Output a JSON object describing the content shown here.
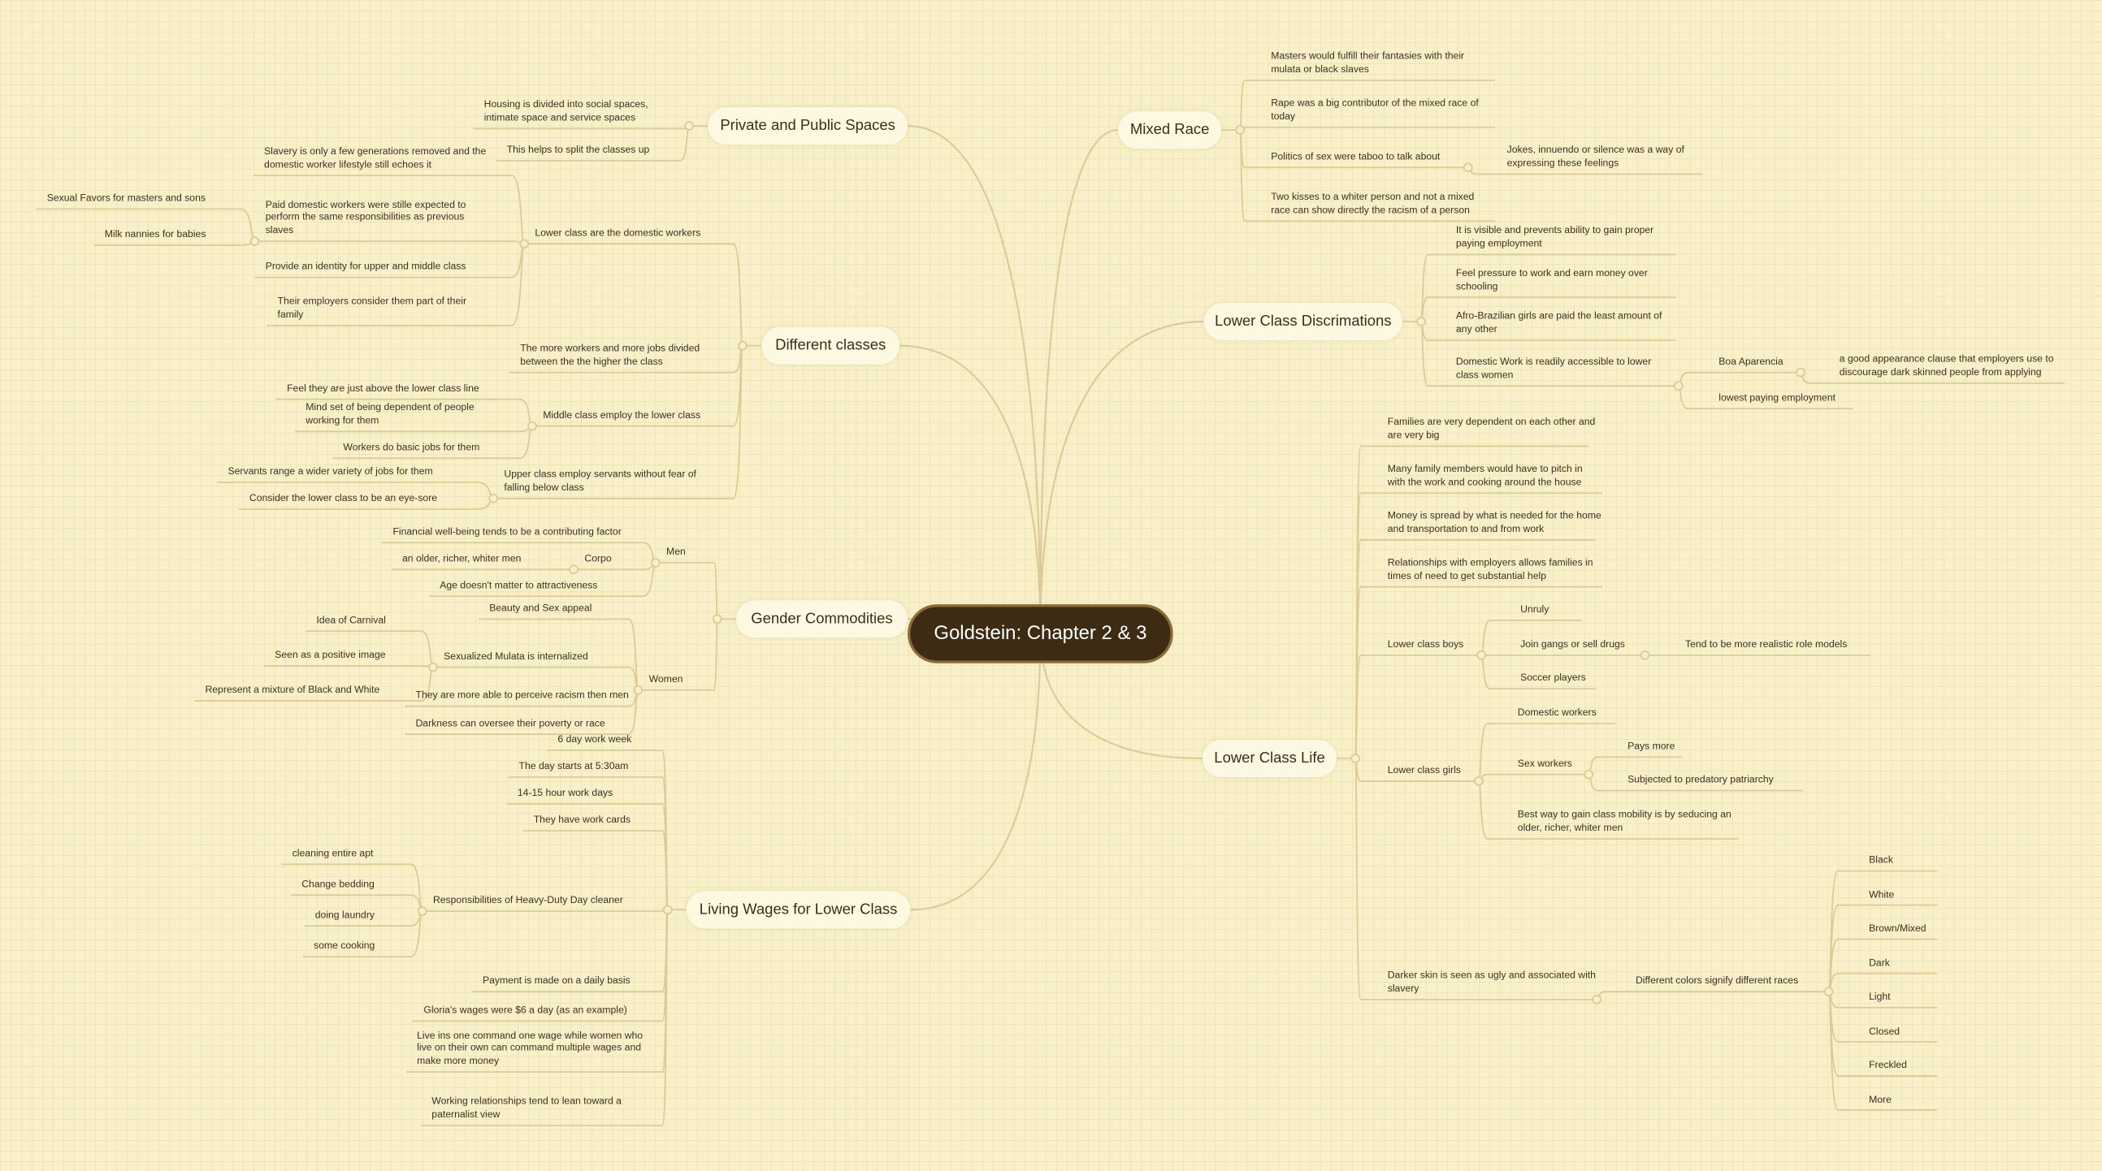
{
  "root": {
    "title": "Goldstein: Chapter 2 & 3"
  },
  "colors": {
    "line": "#dccb98",
    "root_fill": "#3d2b13",
    "root_border": "#8c6b35",
    "background": "#f8f0c8",
    "topic_fill": "#fdf8e2"
  },
  "branches": [
    {
      "label": "Private and Public Spaces",
      "children": [
        {
          "label": "Housing is divided into social spaces, intimate space and service spaces"
        },
        {
          "label": "This helps to split the classes up"
        }
      ]
    },
    {
      "label": "Different classes",
      "children": [
        {
          "label": "Lower class are the domestic workers",
          "children": [
            {
              "label": "Slavery is only a few generations removed and the domestic worker lifestyle still echoes it"
            },
            {
              "label": "Paid domestic workers were stille expected to perform the same responsibilities as previous slaves",
              "children": [
                {
                  "label": "Sexual Favors for masters and sons"
                },
                {
                  "label": "Milk nannies for babies"
                }
              ]
            },
            {
              "label": "Provide an identity for upper and middle class"
            },
            {
              "label": "Their employers consider them part of their family"
            }
          ]
        },
        {
          "label": "The more workers and more jobs divided between the the higher the class"
        },
        {
          "label": "Middle class employ the lower class",
          "children": [
            {
              "label": "Feel they are just above the lower class line"
            },
            {
              "label": "Mind set of being dependent of people working for them"
            },
            {
              "label": "Workers do basic jobs for them"
            }
          ]
        },
        {
          "label": "Upper class employ servants without fear of falling below class",
          "children": [
            {
              "label": "Servants range a wider variety of jobs for them"
            },
            {
              "label": "Consider the lower class to be an eye-sore"
            }
          ]
        }
      ]
    },
    {
      "label": "Gender Commodities",
      "children": [
        {
          "label": "Men",
          "children": [
            {
              "label": "Financial well-being tends to be a contributing factor"
            },
            {
              "label": "Corpo",
              "children": [
                {
                  "label": "an older, richer, whiter men"
                }
              ]
            },
            {
              "label": "Age doesn't matter to attractiveness"
            }
          ]
        },
        {
          "label": "Women",
          "children": [
            {
              "label": "Beauty and Sex appeal"
            },
            {
              "label": "Sexualized Mulata is internalized",
              "children": [
                {
                  "label": "Idea of Carnival"
                },
                {
                  "label": "Seen as a positive image"
                },
                {
                  "label": "Represent a mixture of Black and White"
                }
              ]
            },
            {
              "label": "They are more able to perceive racism then men"
            },
            {
              "label": "Darkness can oversee their poverty or race"
            }
          ]
        }
      ]
    },
    {
      "label": "Living Wages for Lower Class",
      "children": [
        {
          "label": "6 day work week"
        },
        {
          "label": "The day starts at 5:30am"
        },
        {
          "label": "14-15 hour work days"
        },
        {
          "label": "They have work cards"
        },
        {
          "label": "Responsibilities of Heavy-Duty Day cleaner",
          "children": [
            {
              "label": "cleaning entire apt"
            },
            {
              "label": "Change bedding"
            },
            {
              "label": "doing laundry"
            },
            {
              "label": "some cooking"
            }
          ]
        },
        {
          "label": "Payment is made on a daily basis"
        },
        {
          "label": "Gloria's wages were $6 a day (as an example)"
        },
        {
          "label": "Live ins one command one wage while women who live on their own can command multiple wages and make more money"
        },
        {
          "label": "Working relationships tend to lean toward a paternalist view"
        }
      ]
    },
    {
      "label": "Mixed Race",
      "children": [
        {
          "label": "Masters would fulfill their fantasies with their mulata or black slaves"
        },
        {
          "label": "Rape was a big contributor of the mixed race of today"
        },
        {
          "label": "Politics of sex were taboo to talk about",
          "children": [
            {
              "label": "Jokes, innuendo or silence was a way of expressing these feelings"
            }
          ]
        },
        {
          "label": "Two kisses to a whiter person and not a mixed race can show directly the racism of a person"
        }
      ]
    },
    {
      "label": "Lower Class Discrimations",
      "children": [
        {
          "label": "It is visible and prevents ability to gain proper paying employment"
        },
        {
          "label": "Feel pressure to work and earn money over schooling"
        },
        {
          "label": "Afro-Brazilian girls are paid the least amount of any other"
        },
        {
          "label": "Domestic Work is readily accessible to lower class women",
          "children": [
            {
              "label": "Boa Aparencia",
              "children": [
                {
                  "label": "a good appearance clause that employers use to discourage dark skinned people from applying"
                }
              ]
            },
            {
              "label": "lowest paying employment"
            }
          ]
        }
      ]
    },
    {
      "label": "Lower Class Life",
      "children": [
        {
          "label": "Families are very dependent on each other and are very big"
        },
        {
          "label": "Many family members would have to pitch in with the work and cooking around the house"
        },
        {
          "label": "Money is spread by what is needed for the home and transportation to and from work"
        },
        {
          "label": "Relationships with employers allows families in times of need to get substantial help"
        },
        {
          "label": "Lower class boys",
          "children": [
            {
              "label": "Unruly"
            },
            {
              "label": "Join gangs or sell drugs",
              "children": [
                {
                  "label": "Tend to be more realistic role models"
                }
              ]
            },
            {
              "label": "Soccer players"
            }
          ]
        },
        {
          "label": "Lower class girls",
          "children": [
            {
              "label": "Domestic workers"
            },
            {
              "label": "Sex workers",
              "children": [
                {
                  "label": "Pays more"
                },
                {
                  "label": "Subjected to predatory patriarchy"
                }
              ]
            },
            {
              "label": "Best way to gain class mobility is by seducing an older, richer, whiter men"
            }
          ]
        },
        {
          "label": "Darker skin is seen as ugly and associated with slavery",
          "children": [
            {
              "label": "Different colors signify different races",
              "children": [
                {
                  "label": "Black"
                },
                {
                  "label": "White"
                },
                {
                  "label": "Brown/Mixed"
                },
                {
                  "label": "Dark"
                },
                {
                  "label": "Light"
                },
                {
                  "label": "Closed"
                },
                {
                  "label": "Freckled"
                },
                {
                  "label": "More"
                }
              ]
            }
          ]
        }
      ]
    }
  ]
}
